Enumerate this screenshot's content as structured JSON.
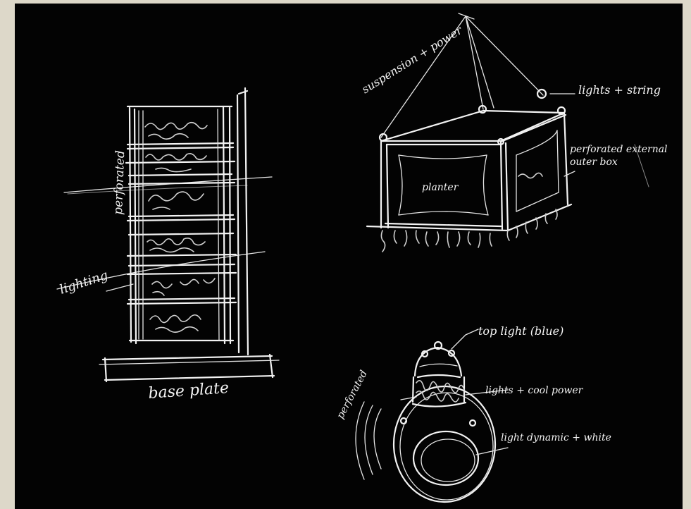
{
  "colors": {
    "border": "#ddd8c9",
    "board": "#030303",
    "chalk": "#f2f2f2"
  },
  "sketch_shelf": {
    "label_left_top": "perforated",
    "label_left_mid": "lighting",
    "label_base": "base plate"
  },
  "sketch_box": {
    "label_suspension": "suspension + power",
    "label_lights": "lights + string",
    "label_box": "perforated external outer box",
    "label_inner": "planter"
  },
  "sketch_lamp": {
    "label_top": "top light (blue)",
    "label_left": "perforated",
    "label_mid": "lights + cool power",
    "label_bottom": "light dynamic + white"
  }
}
